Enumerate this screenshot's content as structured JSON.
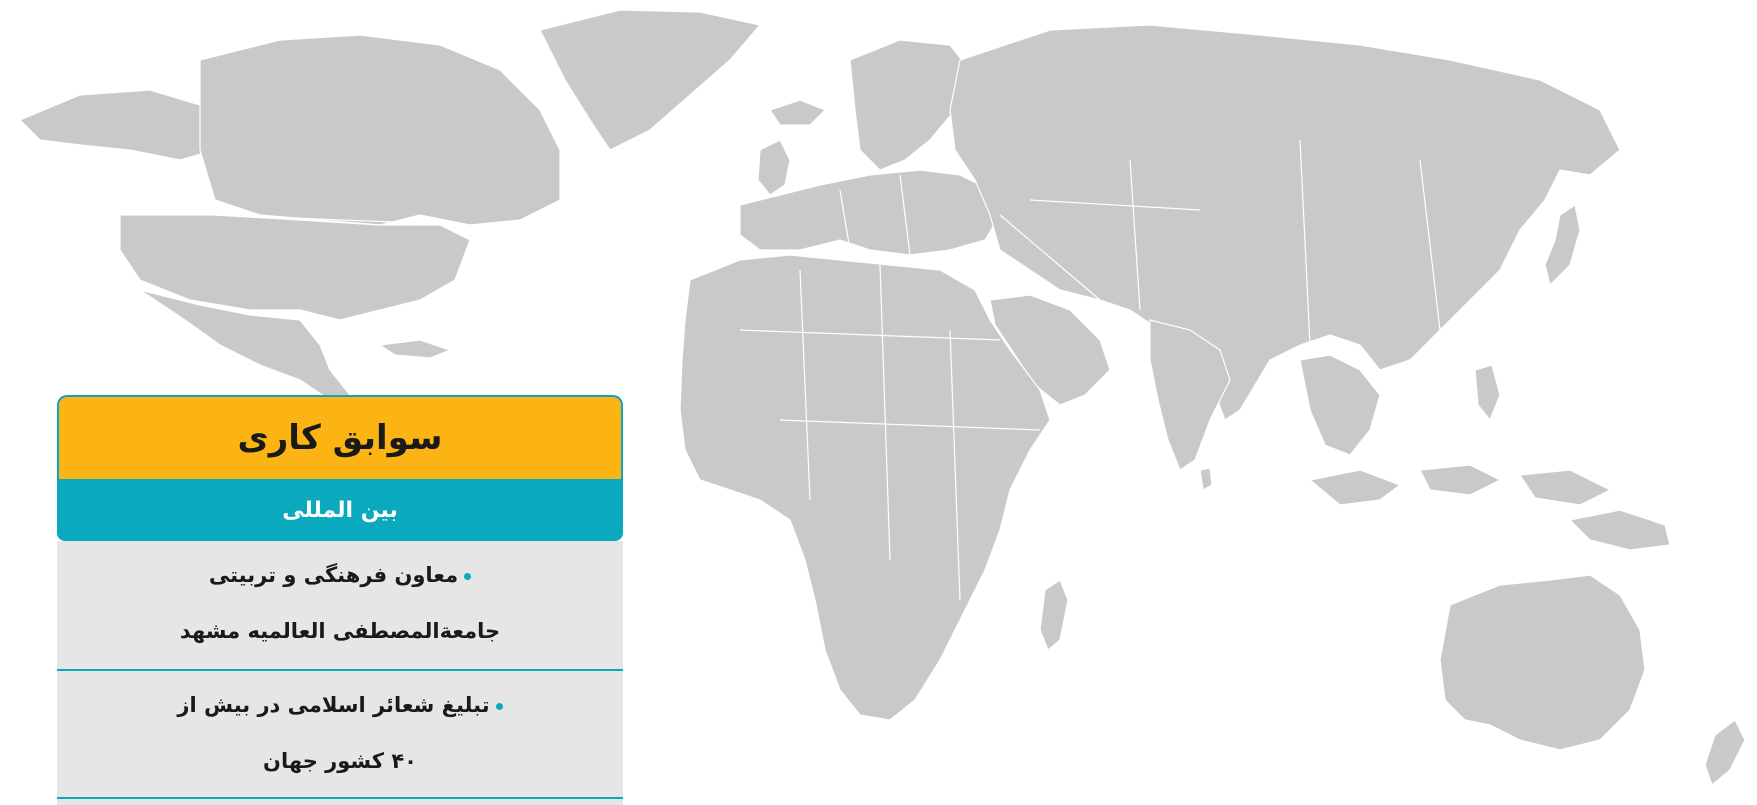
{
  "map": {
    "land_color": "#c9c9c9",
    "border_color": "#ffffff"
  },
  "card": {
    "title": "سوابق کاری",
    "subtitle": "بین المللی",
    "colors": {
      "title_bg": "#fbb414",
      "accent": "#0aa9bd",
      "body_bg": "#e6e6e6"
    },
    "items": [
      {
        "line1": "معاون فرهنگی و تربیتی",
        "line2": "جامعة‌المصطفی العالمیه مشهد"
      },
      {
        "line1": "تبلیغ شعائر اسلامی در بیش از",
        "line2": "۴۰ کشور جهان"
      }
    ]
  }
}
